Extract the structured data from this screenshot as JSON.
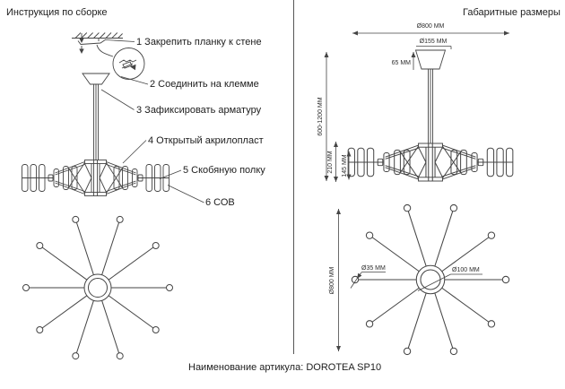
{
  "assembly": {
    "title": "Инструкция по сборке",
    "steps": [
      "1 Закрепить планку к стене",
      "2 Соединить на клемме",
      "3 Зафиксировать арматуру",
      "4 Открытый акрилопласт",
      "5 Скобяную полку",
      "6 СОВ"
    ]
  },
  "dimensions": {
    "title": "Габаритные размеры",
    "labels": {
      "diameter_overall_top": "Ø800 ММ",
      "diameter_canopy": "Ø155 ММ",
      "canopy_height": "65 ММ",
      "suspension_range": "600-1200 ММ",
      "body_height": "210 ММ",
      "shade_height": "145 ММ",
      "diameter_overall_bottom": "Ø800 ММ",
      "diameter_arm_tip": "Ø35 ММ",
      "diameter_hub": "Ø100 ММ"
    }
  },
  "footer": {
    "article": "Наименование артикула: DOROTEA SP10"
  },
  "colors": {
    "line": "#454545",
    "text": "#1d1d1d"
  }
}
